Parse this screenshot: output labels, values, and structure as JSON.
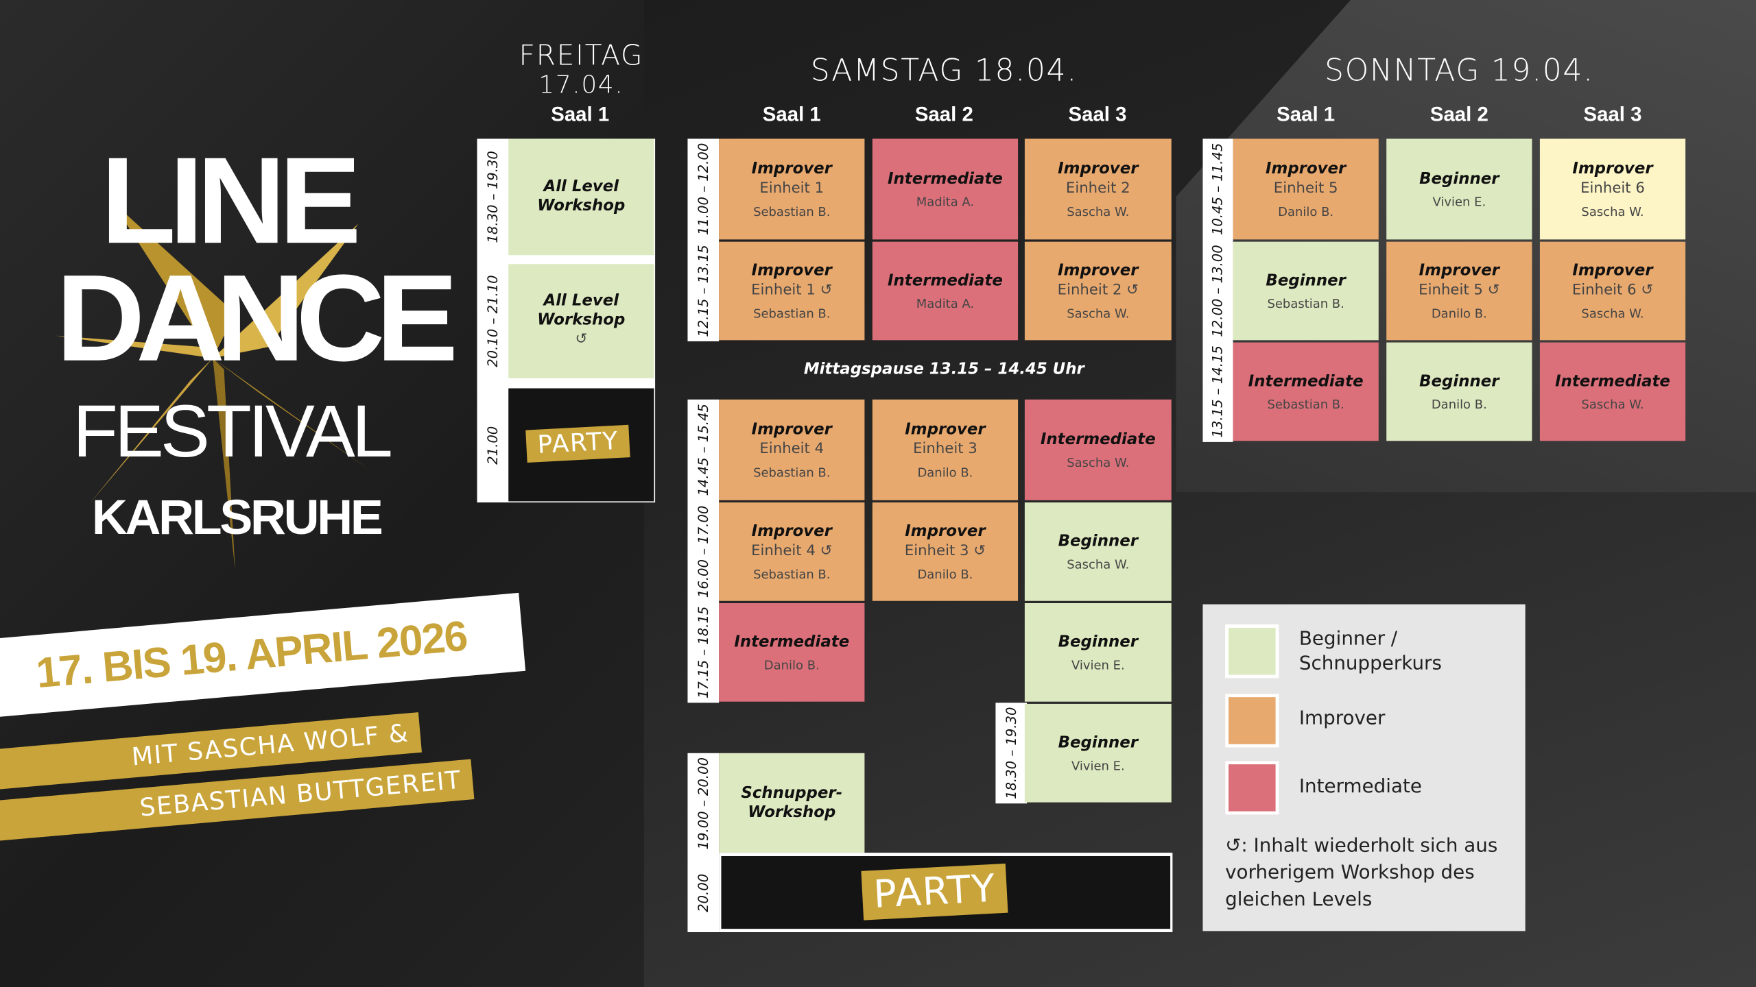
{
  "colors": {
    "beginner": "#dde9c0",
    "improver": "#e8a96f",
    "intermediate": "#dc707a",
    "improver_light": "#fdf5c6",
    "gold": "#c9a43a",
    "black": "#141414"
  },
  "logo": {
    "line1": "LINE",
    "line2": "DANCE",
    "line3": "FESTIVAL",
    "line4": "KARLSRUHE"
  },
  "banner": {
    "dates": "17. BIS 19. APRIL 2026",
    "with1": "MIT SASCHA WOLF &",
    "with2": "SEBASTIAN BUTTGEREIT"
  },
  "friday": {
    "title": "FREITAG",
    "date": "17.04.",
    "halls": [
      "Saal 1"
    ],
    "times": [
      "18.30 – 19.30",
      "20.10 – 21.10",
      "21.00"
    ],
    "cells": [
      {
        "level": "All Level Workshop",
        "unit": "",
        "teacher": "",
        "color": "beginner"
      },
      {
        "level": "All Level Workshop",
        "unit": "↺",
        "teacher": "",
        "color": "beginner"
      }
    ],
    "party": "PARTY"
  },
  "saturday": {
    "title": "SAMSTAG 18.04.",
    "halls": [
      "Saal 1",
      "Saal 2",
      "Saal 3"
    ],
    "times": [
      "11.00 – 12.00",
      "12.15 – 13.15",
      "14.45 – 15.45",
      "16.00 – 17.00",
      "17.15 – 18.15",
      "18.30 – 19.30",
      "19.00 – 20.00",
      "20.00"
    ],
    "lunch": "Mittagspause 13.15 – 14.45 Uhr",
    "cells": [
      {
        "level": "Improver",
        "unit": "Einheit 1",
        "teacher": "Sebastian B.",
        "color": "improver"
      },
      {
        "level": "Intermediate",
        "unit": "",
        "teacher": "Madita A.",
        "color": "intermediate"
      },
      {
        "level": "Improver",
        "unit": "Einheit 2",
        "teacher": "Sascha W.",
        "color": "improver"
      },
      {
        "level": "Improver",
        "unit": "Einheit 1 ↺",
        "teacher": "Sebastian B.",
        "color": "improver"
      },
      {
        "level": "Intermediate",
        "unit": "",
        "teacher": "Madita A.",
        "color": "intermediate"
      },
      {
        "level": "Improver",
        "unit": "Einheit 2 ↺",
        "teacher": "Sascha W.",
        "color": "improver"
      },
      {
        "level": "Improver",
        "unit": "Einheit 4",
        "teacher": "Sebastian B.",
        "color": "improver"
      },
      {
        "level": "Improver",
        "unit": "Einheit 3",
        "teacher": "Danilo B.",
        "color": "improver"
      },
      {
        "level": "Intermediate",
        "unit": "",
        "teacher": "Sascha W.",
        "color": "intermediate"
      },
      {
        "level": "Improver",
        "unit": "Einheit 4 ↺",
        "teacher": "Sebastian B.",
        "color": "improver"
      },
      {
        "level": "Improver",
        "unit": "Einheit 3 ↺",
        "teacher": "Danilo B.",
        "color": "improver"
      },
      {
        "level": "Beginner",
        "unit": "",
        "teacher": "Sascha W.",
        "color": "beginner"
      },
      {
        "level": "Intermediate",
        "unit": "",
        "teacher": "Danilo B.",
        "color": "intermediate"
      },
      {
        "level": "Beginner",
        "unit": "",
        "teacher": "Vivien E.",
        "color": "beginner"
      },
      {
        "level": "Beginner",
        "unit": "",
        "teacher": "Vivien E.",
        "color": "beginner"
      },
      {
        "level": "Schnupper-Workshop",
        "unit": "",
        "teacher": "",
        "color": "beginner"
      }
    ],
    "party": "PARTY"
  },
  "sunday": {
    "title": "SONNTAG 19.04.",
    "halls": [
      "Saal 1",
      "Saal 2",
      "Saal 3"
    ],
    "times": [
      "10.45 – 11.45",
      "12.00 – 13.00",
      "13.15 – 14.15"
    ],
    "cells": [
      {
        "level": "Improver",
        "unit": "Einheit 5",
        "teacher": "Danilo B.",
        "color": "improver"
      },
      {
        "level": "Beginner",
        "unit": "",
        "teacher": "Vivien E.",
        "color": "beginner"
      },
      {
        "level": "Improver",
        "unit": "Einheit 6",
        "teacher": "Sascha W.",
        "color": "improver_light"
      },
      {
        "level": "Beginner",
        "unit": "",
        "teacher": "Sebastian B.",
        "color": "beginner"
      },
      {
        "level": "Improver",
        "unit": "Einheit 5 ↺",
        "teacher": "Danilo B.",
        "color": "improver"
      },
      {
        "level": "Improver",
        "unit": "Einheit 6 ↺",
        "teacher": "Sascha W.",
        "color": "improver"
      },
      {
        "level": "Intermediate",
        "unit": "",
        "teacher": "Sebastian B.",
        "color": "intermediate"
      },
      {
        "level": "Beginner",
        "unit": "",
        "teacher": "Danilo B.",
        "color": "beginner"
      },
      {
        "level": "Intermediate",
        "unit": "",
        "teacher": "Sascha W.",
        "color": "intermediate"
      }
    ]
  },
  "legend": {
    "items": [
      {
        "label": "Beginner / Schnupperkurs",
        "color": "beginner"
      },
      {
        "label": "Improver",
        "color": "improver"
      },
      {
        "label": "Intermediate",
        "color": "intermediate"
      }
    ],
    "note": "↺: Inhalt wiederholt sich aus vorherigem Workshop des gleichen Levels"
  }
}
